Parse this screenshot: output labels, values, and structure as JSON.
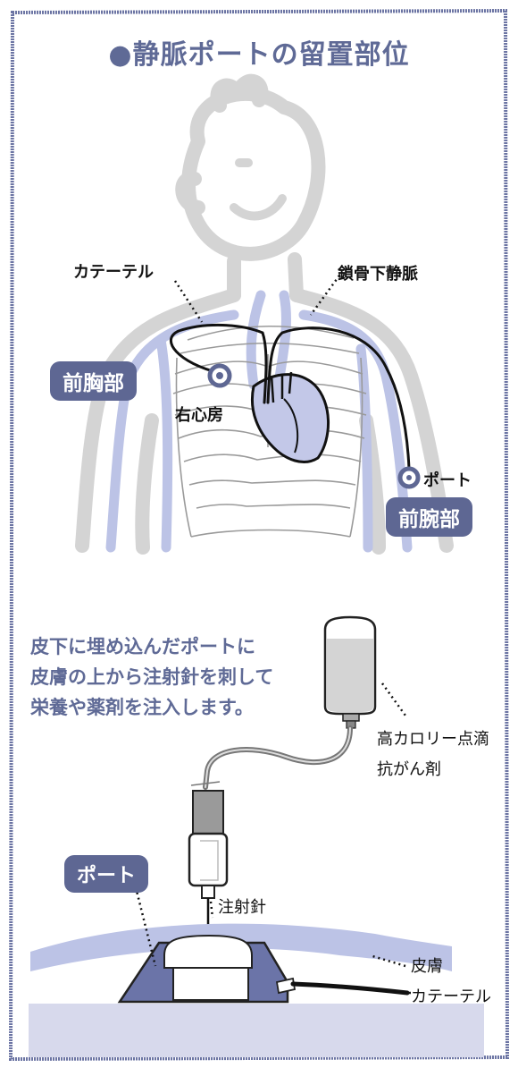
{
  "title": "静脈ポートの留置部位",
  "upper": {
    "label_catheter": "カテーテル",
    "label_subclavian": "鎖骨下静脈",
    "label_chest": "前胸部",
    "label_atrium": "右心房",
    "label_port": "ポート",
    "label_forearm": "前腕部"
  },
  "lower": {
    "description": [
      "皮下に埋め込んだポートに",
      "皮膚の上から注射針を刺して",
      "栄養や薬剤を注入します。"
    ],
    "label_infusion_1": "高カロリー点滴",
    "label_infusion_2": "抗がん剤",
    "label_port": "ポート",
    "label_needle": "注射針",
    "label_skin": "皮膚",
    "label_catheter": "カテーテル"
  },
  "colors": {
    "accent": "#5e6793",
    "vein": "#bcc3e6",
    "body_outline": "#d2d2d2",
    "heart": "#bcc3e6",
    "base_tissue": "#d7d9ec"
  }
}
